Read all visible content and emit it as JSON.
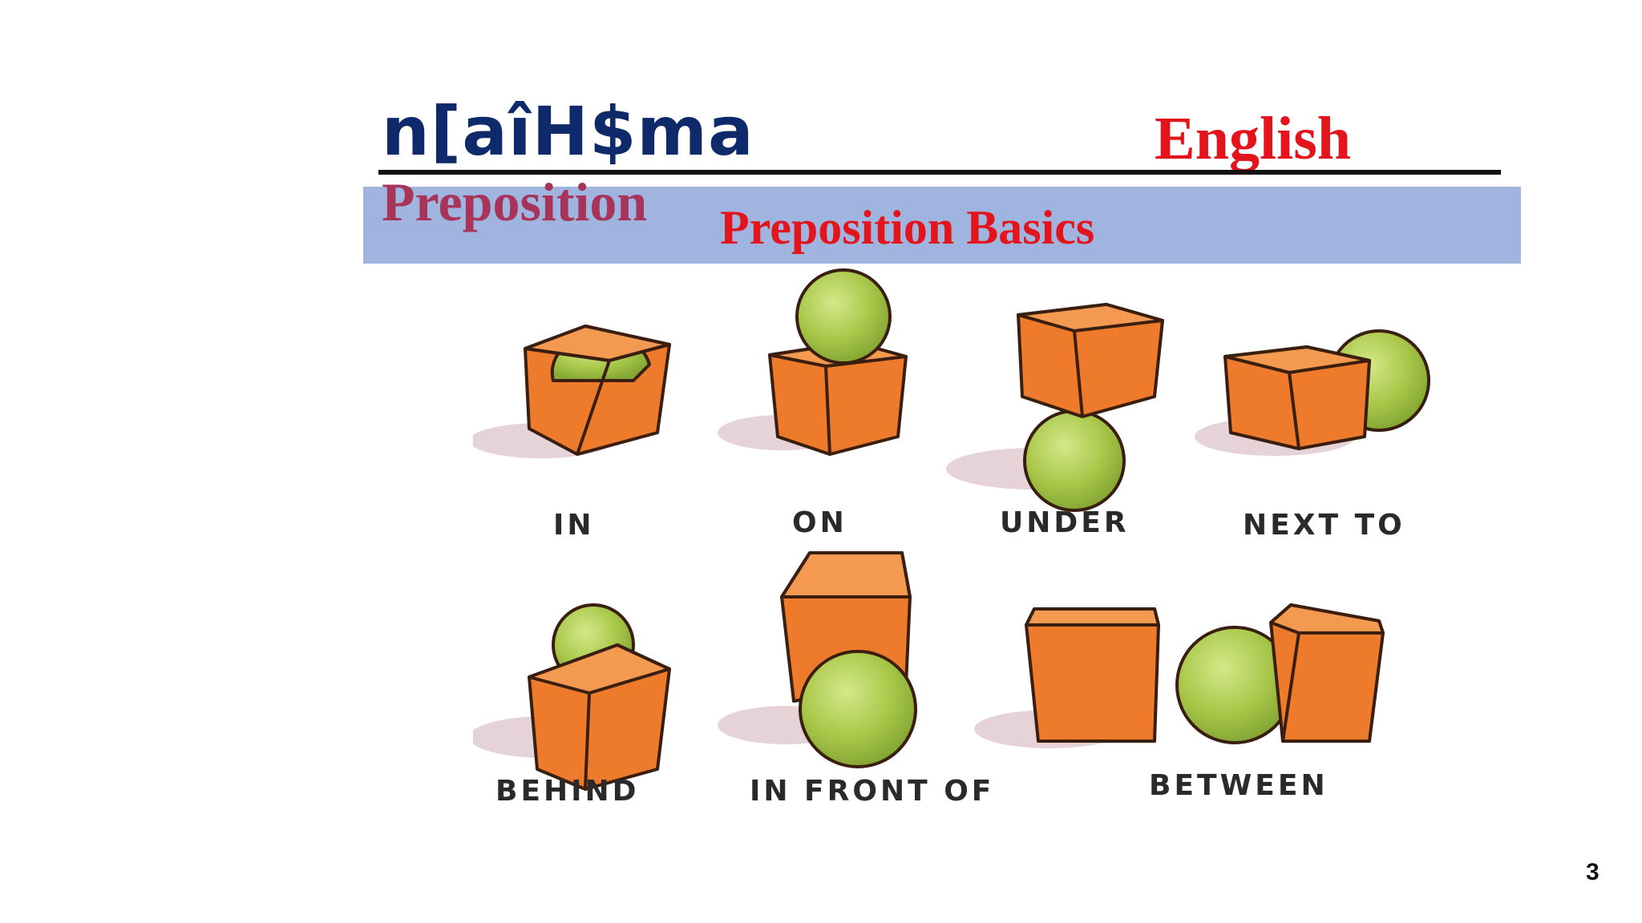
{
  "slide": {
    "title_left": "n[aîH$ma",
    "title_right": "English",
    "subtitle_left": "Preposition",
    "subtitle_center": "Preposition Basics",
    "page_number": "3"
  },
  "illustration": {
    "captions": [
      "IN",
      "ON",
      "UNDER",
      "NEXT TO",
      "BEHIND",
      "IN FRONT OF",
      "BETWEEN"
    ]
  },
  "colors": {
    "title_blue": "#0f2a6a",
    "accent_red": "#e3141b",
    "subtitle_maroon": "#a8345a",
    "band_blue": "#9fb5df",
    "box_orange": "#ee7a2c",
    "ball_green": "#a9c84a"
  }
}
